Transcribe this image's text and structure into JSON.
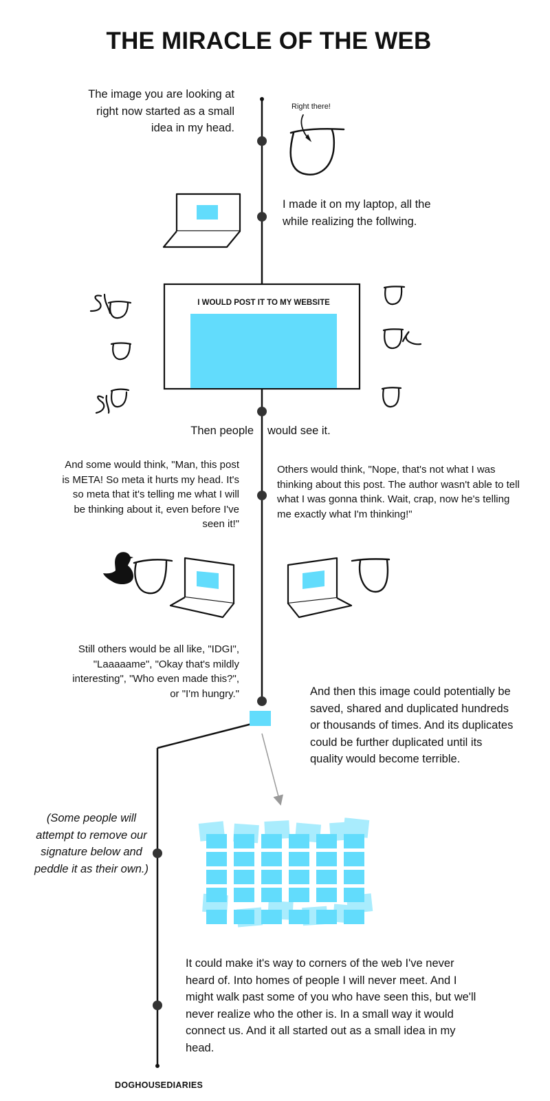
{
  "title": "THE MIRACLE OF THE WEB",
  "annotations": {
    "right_there": "Right there!",
    "website_header": "I WOULD POST IT TO MY WEBSITE"
  },
  "text": {
    "idea": "The image you are looking at right now started as a small idea in my head.",
    "laptop": "I made it on my laptop, all the while realizing the follwing.",
    "people_left": "Then people",
    "people_right": "would see it.",
    "meta": "And some would think, \"Man, this post is META! So meta it hurts my head. It's so meta that it's telling me what I will be thinking about it, even before I've seen it!\"",
    "nope": "Others would think, \"Nope, that's not what I was thinking about this post. The author wasn't able to tell what I was gonna think. Wait, crap, now he's telling me exactly what I'm thinking!\"",
    "others": "Still others would be all like, \"IDGI\", \"Laaaaame\", \"Okay that's mildly interesting\", \"Who even made this?\", or \"I'm hungry.\"",
    "shared": "And then this image could potentially be saved, shared and duplicated hundreds or thousands of times. And its duplicates could be further duplicated until its quality would become terrible.",
    "signature": "(Some people will attempt to remove our signature below and peddle it as their own.)",
    "connect": "It could make it's way to corners of the web I've never heard of. Into homes of people I will never meet. And I might walk past some of you who have seen this, but we'll never realize who the other is. In a small way it would connect us. And it all started out as a small idea in my head."
  },
  "signature_text": "DOGHOUSEDIARIES",
  "colors": {
    "accent": "#62dcfc",
    "accent_faded": "#a9ecfd",
    "ink": "#111111",
    "dot": "#333333",
    "arrow": "#999999"
  },
  "icons": [
    "head-icon",
    "laptop-icon",
    "website-window-icon",
    "duck-icon",
    "image-copy-icon",
    "duplicates-cluster-icon"
  ]
}
